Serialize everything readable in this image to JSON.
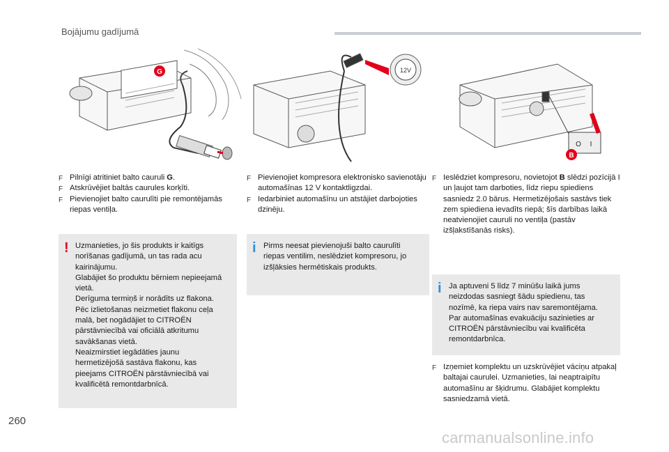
{
  "header": {
    "title": "Bojājumu gadījumā"
  },
  "illustrations": {
    "fig1": {
      "label": "G",
      "accent": "#e2001a"
    },
    "fig2": {
      "label": "12V",
      "accent": "#e2001a"
    },
    "fig3": {
      "label": "B",
      "switch_off": "O",
      "switch_on": "I",
      "accent": "#e2001a"
    }
  },
  "bullet_symbol": "F",
  "col1": {
    "steps": [
      {
        "pre": "Pilnīgi atritiniet balto cauruli ",
        "bold": "G",
        "post": "."
      },
      {
        "text": "Atskrūvējiet baltās caurules korķīti."
      },
      {
        "text": "Pievienojiet balto caurulīti pie remontējamās riepas ventiļa."
      }
    ]
  },
  "col2": {
    "steps": [
      {
        "text": "Pievienojiet kompresora elektronisko savienotāju automašīnas 12 V kontaktligzdai."
      },
      {
        "text": "Iedarbiniet automašīnu un atstājiet darbojoties dzinēju."
      }
    ]
  },
  "col3": {
    "steps": [
      {
        "pre": "Ieslēdziet kompresoru, novietojot ",
        "bold": "B",
        "post": " slēdzi pozīcijā I un ļaujot tam darboties, līdz riepu spiediens sasniedz 2.0 bārus. Hermetizējošais sastāvs tiek zem spiediena ievadīts riepā; šīs darbības laikā neatvienojiet cauruli no ventiļa (pastāv izšļakstīšanās risks)."
      }
    ],
    "final_step": {
      "text": "Izņemiet komplektu un uzskrūvējiet vāciņu atpakaļ baltajai caurulei. Uzmanieties, lai neaptraipītu automašīnu ar šķidrumu. Glabājiet komplektu sasniedzamā vietā."
    }
  },
  "warning_box": {
    "symbol": "!",
    "text": "Uzmanieties, jo šis produkts ir kaitīgs norīšanas gadījumā, un tas rada acu kairinājumu.\nGlabājiet šo produktu bērniem nepieejamā vietā.\nDerīguma termiņš ir norādīts uz flakona.\nPēc izlietošanas neizmetiet flakonu ceļa malā, bet nogādājiet to CITROËN pārstāvniecībā vai oficiālā atkritumu savākšanas vietā.\nNeaizmirstiet iegādāties jaunu hermetizējošā sastāva flakonu, kas pieejams CITROËN pārstāvniecībā vai kvalificētā remontdarbnīcā."
  },
  "info_box_1": {
    "symbol": "i",
    "text": "Pirms neesat pievienojuši balto caurulīti riepas ventilim, neslēdziet kompresoru, jo izšļāksies hermētiskais produkts."
  },
  "info_box_2": {
    "symbol": "i",
    "text": "Ja aptuveni 5 līdz 7 minūšu laikā jums neizdodas sasniegt šādu spiedienu, tas nozīmē, ka riepa vairs nav saremontējama. Par automašīnas evakuāciju sazinieties ar CITROËN pārstāvniecību vai kvalificēta remontdarbnīca."
  },
  "page_number": "260",
  "watermark": "carmanualsonline.info"
}
